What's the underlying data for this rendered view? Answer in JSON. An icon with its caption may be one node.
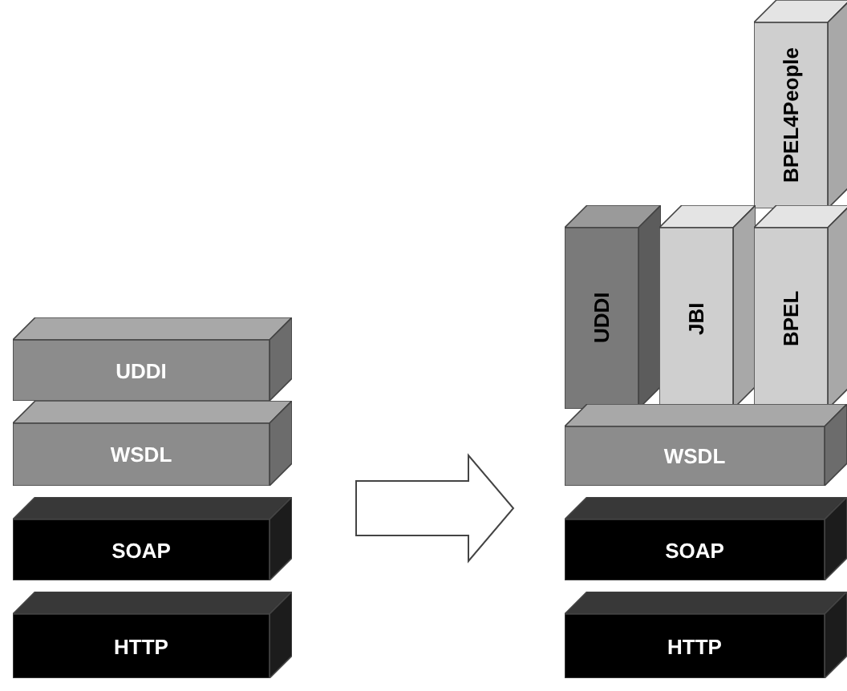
{
  "diagram": {
    "nodes": [
      {
        "text": [
          "UDDI"
        ]
      },
      {
        "text": [
          "WSDL"
        ]
      },
      {
        "text": [
          "SOAP"
        ]
      },
      {
        "text": [
          "HTTP"
        ]
      },
      {
        "text": [
          "BPEL4People"
        ]
      },
      {
        "text": [
          "UDDI"
        ]
      },
      {
        "text": [
          "JBI"
        ]
      },
      {
        "text": [
          "BPEL"
        ]
      },
      {
        "text": [
          "WSDL"
        ]
      },
      {
        "text": [
          "SOAP"
        ]
      },
      {
        "text": [
          "HTTP"
        ]
      }
    ],
    "edges": [
      {
        "from": 1,
        "to": 8,
        "arrow": "to"
      }
    ]
  }
}
